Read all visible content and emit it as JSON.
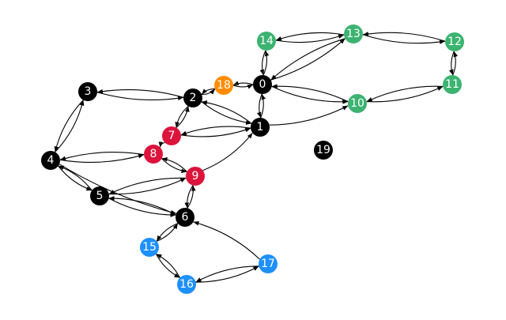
{
  "colors": {
    "black": "#000000",
    "green": "#3cb371",
    "red": "#dc143c",
    "orange": "#ff8c00",
    "blue": "#1e90ff"
  },
  "nodes": [
    {
      "id": "0",
      "label": "0",
      "color": "black"
    },
    {
      "id": "1",
      "label": "1",
      "color": "black"
    },
    {
      "id": "2",
      "label": "2",
      "color": "black"
    },
    {
      "id": "3",
      "label": "3",
      "color": "black"
    },
    {
      "id": "4",
      "label": "4",
      "color": "black"
    },
    {
      "id": "5",
      "label": "5",
      "color": "black"
    },
    {
      "id": "6",
      "label": "6",
      "color": "black"
    },
    {
      "id": "7",
      "label": "7",
      "color": "red"
    },
    {
      "id": "8",
      "label": "8",
      "color": "red"
    },
    {
      "id": "9",
      "label": "9",
      "color": "red"
    },
    {
      "id": "10",
      "label": "10",
      "color": "green"
    },
    {
      "id": "11",
      "label": "11",
      "color": "green"
    },
    {
      "id": "12",
      "label": "12",
      "color": "green"
    },
    {
      "id": "13",
      "label": "13",
      "color": "green"
    },
    {
      "id": "14",
      "label": "14",
      "color": "green"
    },
    {
      "id": "15",
      "label": "15",
      "color": "blue"
    },
    {
      "id": "16",
      "label": "16",
      "color": "blue"
    },
    {
      "id": "17",
      "label": "17",
      "color": "blue"
    },
    {
      "id": "18",
      "label": "18",
      "color": "orange"
    },
    {
      "id": "19",
      "label": "19",
      "color": "black"
    }
  ],
  "edges": [
    [
      "0",
      "1"
    ],
    [
      "1",
      "0"
    ],
    [
      "0",
      "13"
    ],
    [
      "13",
      "0"
    ],
    [
      "0",
      "14"
    ],
    [
      "14",
      "0"
    ],
    [
      "0",
      "10"
    ],
    [
      "10",
      "0"
    ],
    [
      "0",
      "18"
    ],
    [
      "18",
      "0"
    ],
    [
      "14",
      "13"
    ],
    [
      "13",
      "14"
    ],
    [
      "13",
      "12"
    ],
    [
      "12",
      "13"
    ],
    [
      "12",
      "11"
    ],
    [
      "11",
      "12"
    ],
    [
      "11",
      "10"
    ],
    [
      "10",
      "11"
    ],
    [
      "1",
      "10"
    ],
    [
      "1",
      "2"
    ],
    [
      "2",
      "1"
    ],
    [
      "1",
      "7"
    ],
    [
      "7",
      "1"
    ],
    [
      "2",
      "3"
    ],
    [
      "3",
      "2"
    ],
    [
      "2",
      "7"
    ],
    [
      "7",
      "2"
    ],
    [
      "2",
      "18"
    ],
    [
      "18",
      "2"
    ],
    [
      "3",
      "4"
    ],
    [
      "4",
      "3"
    ],
    [
      "4",
      "8"
    ],
    [
      "8",
      "4"
    ],
    [
      "4",
      "5"
    ],
    [
      "5",
      "4"
    ],
    [
      "4",
      "6"
    ],
    [
      "5",
      "9"
    ],
    [
      "9",
      "5"
    ],
    [
      "5",
      "6"
    ],
    [
      "6",
      "5"
    ],
    [
      "7",
      "8"
    ],
    [
      "8",
      "9"
    ],
    [
      "9",
      "8"
    ],
    [
      "9",
      "1"
    ],
    [
      "9",
      "6"
    ],
    [
      "6",
      "9"
    ],
    [
      "6",
      "15"
    ],
    [
      "15",
      "6"
    ],
    [
      "15",
      "16"
    ],
    [
      "16",
      "15"
    ],
    [
      "16",
      "17"
    ],
    [
      "17",
      "16"
    ],
    [
      "17",
      "6"
    ]
  ]
}
